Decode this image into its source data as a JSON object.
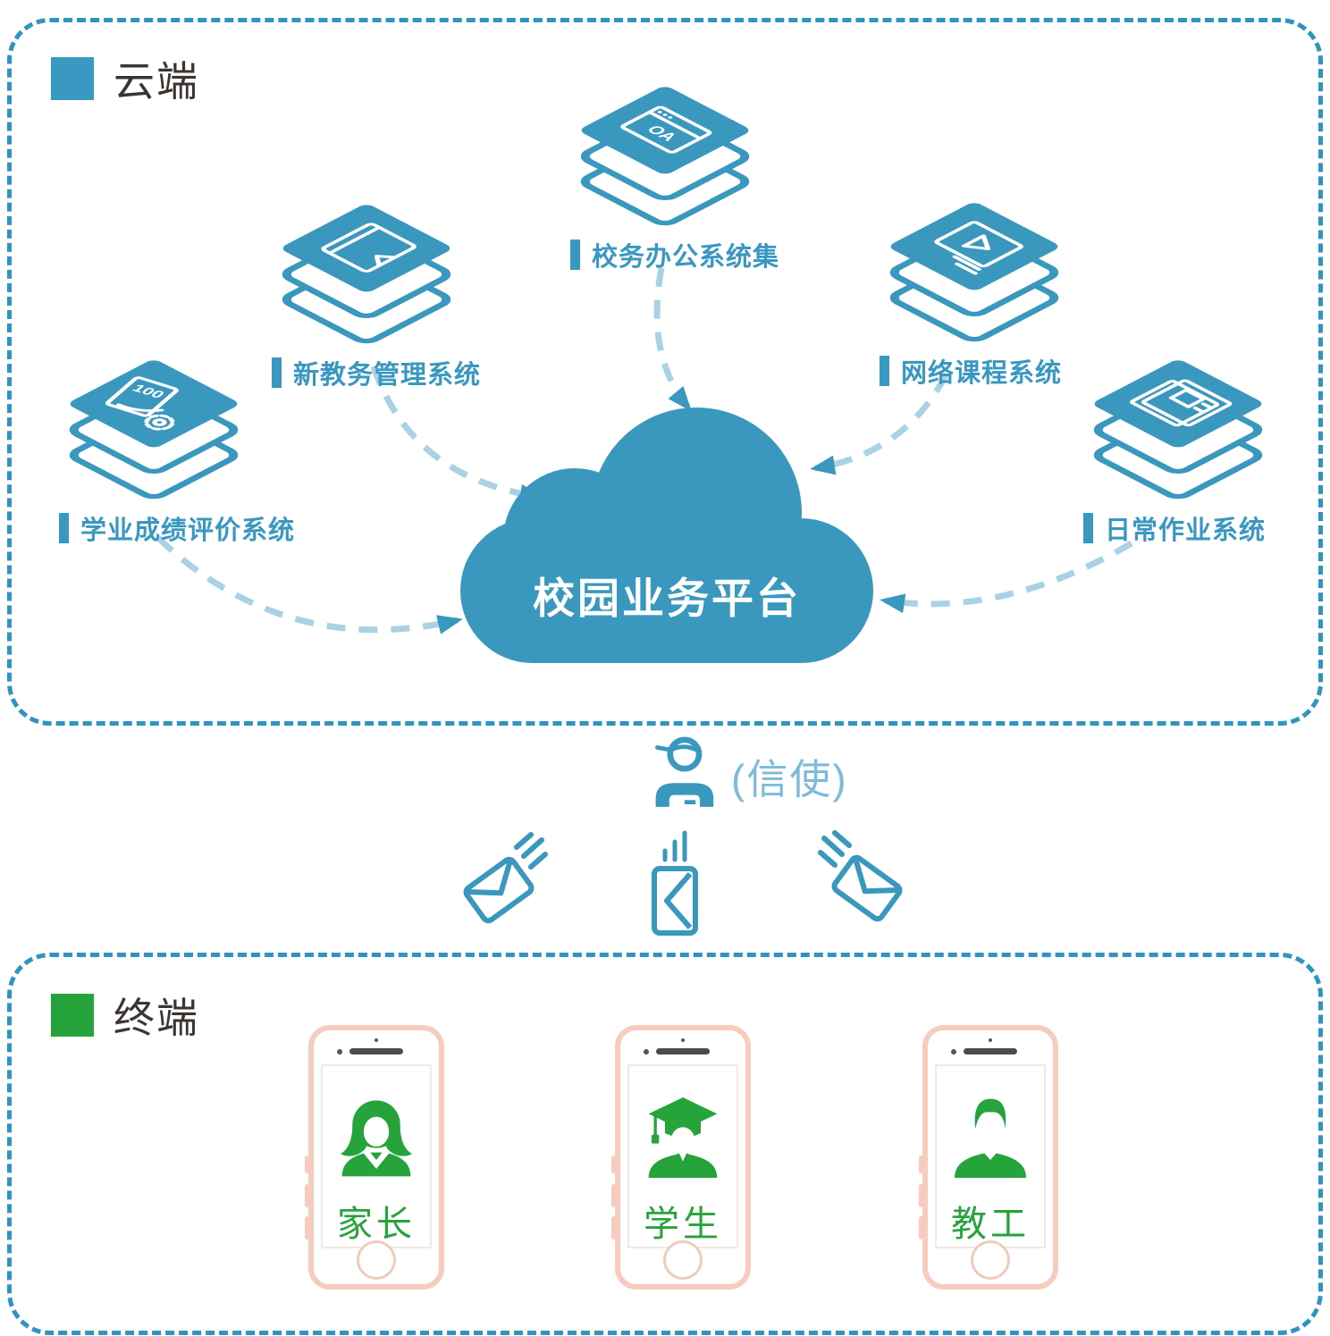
{
  "colors": {
    "accent_blue": "#3a97be",
    "legend_blue": "#3999c1",
    "border_dash_blue": "#2e95c1",
    "arrow_light_blue": "#a9d2e5",
    "label_blue": "#3898c2",
    "messenger_label_blue": "#7cbbd9",
    "green": "#27a33c",
    "phone_frame": "#f5ccbd",
    "title_dark": "#3a3531"
  },
  "cloud": {
    "legend": "云端",
    "platform": "校园业务平台",
    "systems": [
      {
        "label": "学业成绩评价系统",
        "icon": "score-sheet-gear",
        "badge": "100"
      },
      {
        "label": "新教务管理系统",
        "icon": "book"
      },
      {
        "label": "校务办公系统集",
        "icon": "oa-browser",
        "badge": "OA"
      },
      {
        "label": "网络课程系统",
        "icon": "video-player"
      },
      {
        "label": "日常作业系统",
        "icon": "notebook"
      }
    ]
  },
  "messenger": {
    "label": "(信使)"
  },
  "terminal": {
    "legend": "终端",
    "devices": [
      {
        "label": "家长",
        "avatar": "woman"
      },
      {
        "label": "学生",
        "avatar": "student"
      },
      {
        "label": "教工",
        "avatar": "man"
      }
    ]
  }
}
